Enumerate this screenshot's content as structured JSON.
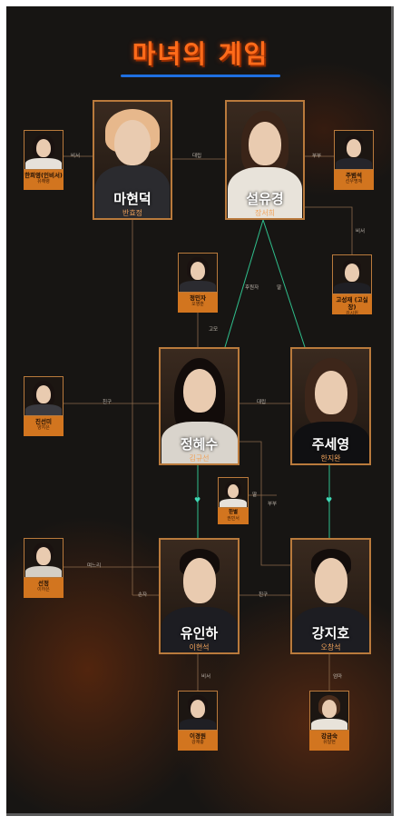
{
  "title": "마녀의 게임",
  "main": {
    "ma": {
      "name": "마현덕",
      "actor": "반효정"
    },
    "seol": {
      "name": "설유경",
      "actor": "장서희"
    },
    "jung": {
      "name": "정혜수",
      "actor": "김규선"
    },
    "ju": {
      "name": "주세영",
      "actor": "한지완"
    },
    "yu": {
      "name": "유인하",
      "actor": "이현석"
    },
    "kang": {
      "name": "강지호",
      "actor": "오창석"
    }
  },
  "minor": {
    "han": {
      "name": "한희영(인비서)",
      "actor": "유해령"
    },
    "joo": {
      "name": "주범석",
      "actor": "선우명재"
    },
    "jungmin": {
      "name": "정민자",
      "actor": "오영훈"
    },
    "ko": {
      "name": "고성재 (고실장)",
      "actor": "김시원"
    },
    "jin": {
      "name": "진선미",
      "actor": "양지은"
    },
    "hanbyul": {
      "name": "한별",
      "actor": "권민서"
    },
    "sunjung": {
      "name": "선정",
      "actor": "이하은"
    },
    "lee": {
      "name": "이경원",
      "actor": "강재충"
    },
    "kanggeum": {
      "name": "강금숙",
      "actor": "유달현"
    }
  },
  "relations": {
    "biseo1": "비서",
    "daelip1": "대립",
    "bubu1": "부부",
    "biseo2": "비서",
    "huwonja": "후원자",
    "ttal1": "딸",
    "gomo": "고모",
    "chingu1": "친구",
    "daelip2": "대립",
    "ttal2": "딸",
    "bubu2": "부부",
    "myeoneuri": "며느리",
    "sonja": "손자",
    "chingu2": "친구",
    "biseo3": "비서",
    "eomma": "엄마"
  },
  "colors": {
    "accent": "#d2751f",
    "frame": "#b97a3c",
    "heart": "#3fd9b6",
    "title": "#ff6b1a",
    "titlebar": "#1f6fe0"
  }
}
